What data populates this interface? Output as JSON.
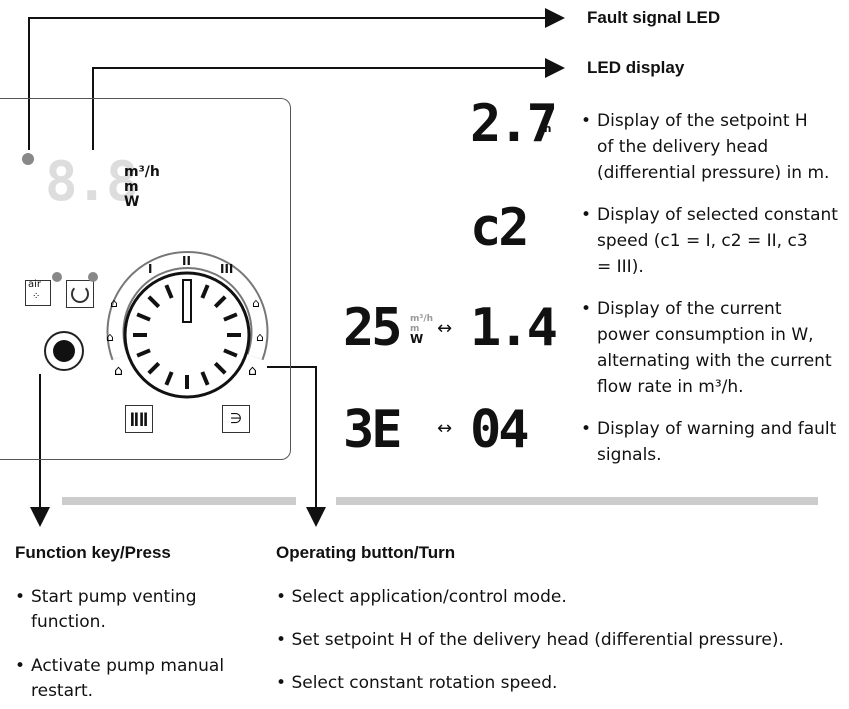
{
  "callouts": {
    "fault_signal_led": "Fault signal LED",
    "led_display": "LED display"
  },
  "control_panel": {
    "display_value": "8.8",
    "unit_flow": "m³/h",
    "unit_head": "m",
    "unit_power": "W",
    "air_icon_label": "air",
    "dial_marks": [
      "I",
      "II",
      "III"
    ]
  },
  "examples": {
    "setpoint": {
      "value": "2.7",
      "unit": "m"
    },
    "constant_speed": {
      "value": "c2"
    },
    "power_flow": {
      "power": "25",
      "flow": "1.4",
      "units": [
        "m³/h",
        "m",
        "W"
      ]
    },
    "warning": {
      "code_a": "3E",
      "code_b": "04"
    }
  },
  "descriptions": [
    "Display of the setpoint H\nof the delivery head\n(differential pressure) in m.",
    "Display of selected constant\nspeed (c1 = I, c2 = II, c3\n= III).",
    "Display of the current\npower consumption in W,\nalternating with the current\nflow rate in m³/h.",
    "Display of warning and fault\nsignals."
  ],
  "function_key": {
    "heading": "Function key/Press",
    "items": [
      "Start pump venting\nfunction.",
      "Activate pump manual\nrestart."
    ]
  },
  "operating_button": {
    "heading": "Operating button/Turn",
    "items": [
      "Select application/control mode.",
      "Set setpoint H of the delivery head (differential pressure).",
      "Select constant rotation speed."
    ]
  },
  "bullet": "•"
}
